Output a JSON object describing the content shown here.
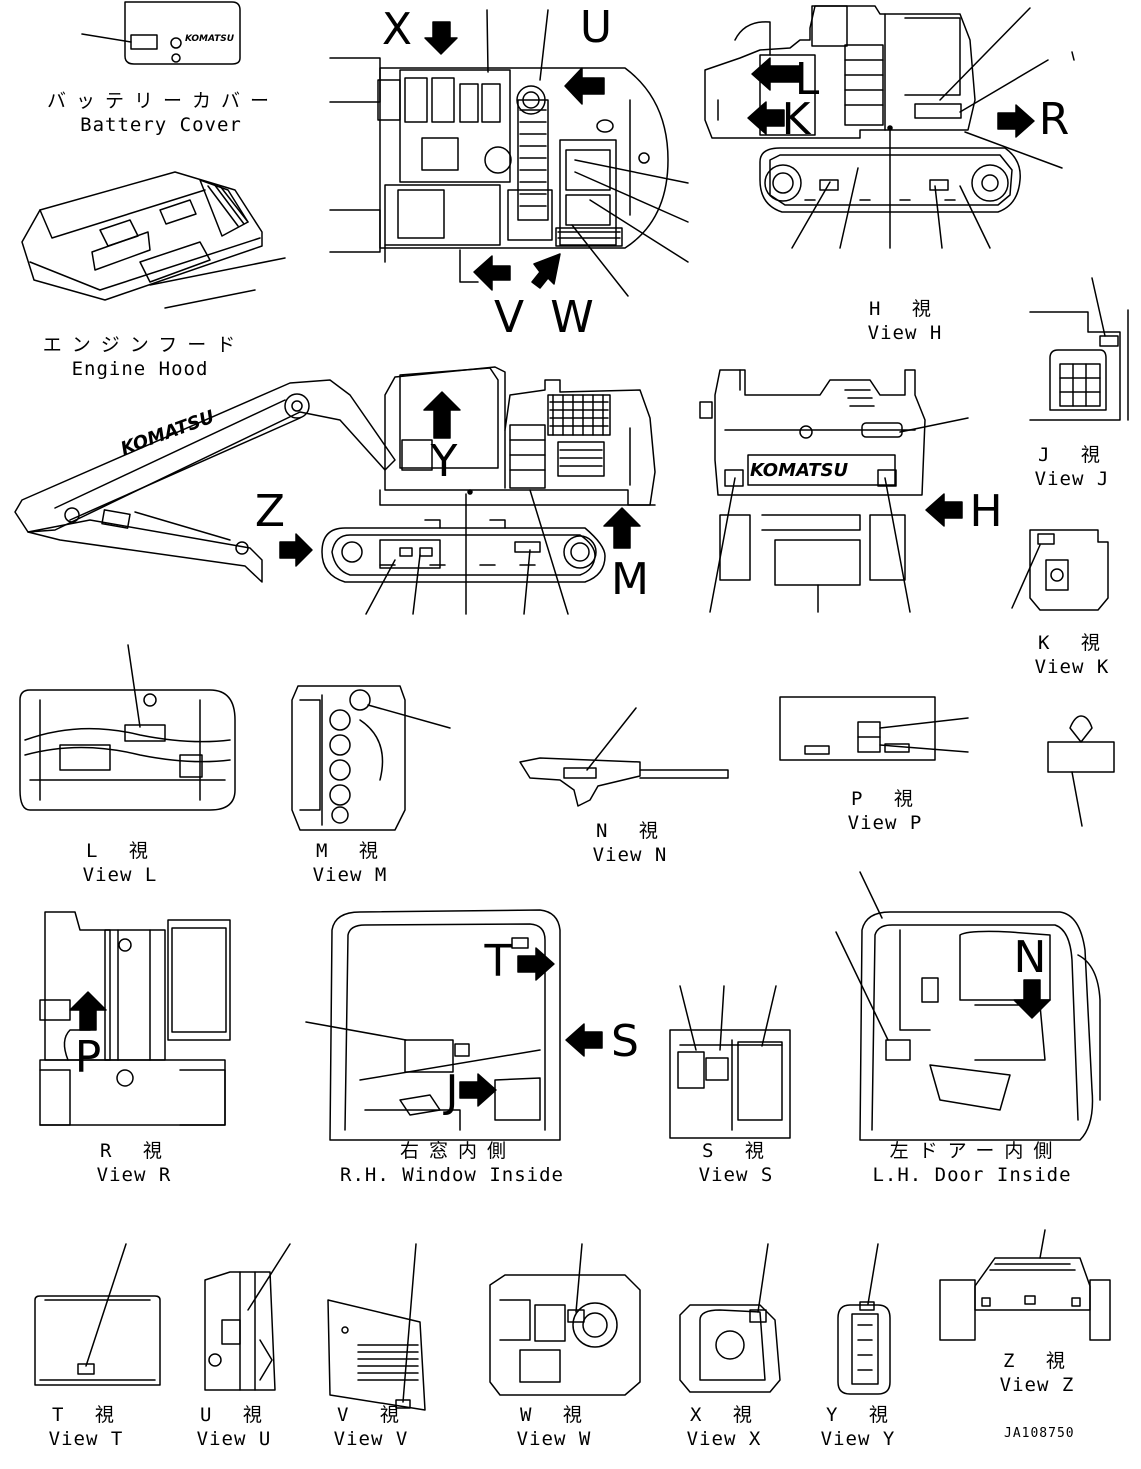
{
  "captions": {
    "battery_jp": "バッテリーカバー",
    "battery_en": "Battery Cover",
    "engine_jp": "エンジンフード",
    "engine_en": "Engine Hood",
    "viewH_jp": "H 視",
    "viewH_en": "View H",
    "viewJ_jp": "J 視",
    "viewJ_en": "View J",
    "viewK_jp": "K 視",
    "viewK_en": "View K",
    "viewL_jp": "L 視",
    "viewL_en": "View L",
    "viewM_jp": "M 視",
    "viewM_en": "View M",
    "viewN_jp": "N 視",
    "viewN_en": "View N",
    "viewP_jp": "P 視",
    "viewP_en": "View P",
    "viewR_jp": "R 視",
    "viewR_en": "View R",
    "rhwin_jp": "右窓内側",
    "rhwin_en": "R.H. Window Inside",
    "viewS_jp": "S 視",
    "viewS_en": "View S",
    "lhdoor_jp": "左ドアー内側",
    "lhdoor_en": "L.H. Door Inside",
    "viewT_jp": "T 視",
    "viewT_en": "View T",
    "viewU_jp": "U 視",
    "viewU_en": "View U",
    "viewV_jp": "V 視",
    "viewV_en": "View V",
    "viewW_jp": "W 視",
    "viewW_en": "View W",
    "viewX_jp": "X 視",
    "viewX_en": "View X",
    "viewY_jp": "Y 視",
    "viewY_en": "View Y",
    "viewZ_jp": "Z 視",
    "viewZ_en": "View Z"
  },
  "view_letters": {
    "X": "X",
    "U": "U",
    "V": "V",
    "W": "W",
    "L": "L",
    "K": "K",
    "R": "R",
    "Y": "Y",
    "Z": "Z",
    "M": "M",
    "H": "H",
    "T": "T",
    "S": "S",
    "J": "J",
    "N": "N",
    "P": "P"
  },
  "logos": {
    "brand": "KOMATSU"
  },
  "drawing_code": "JA108750"
}
